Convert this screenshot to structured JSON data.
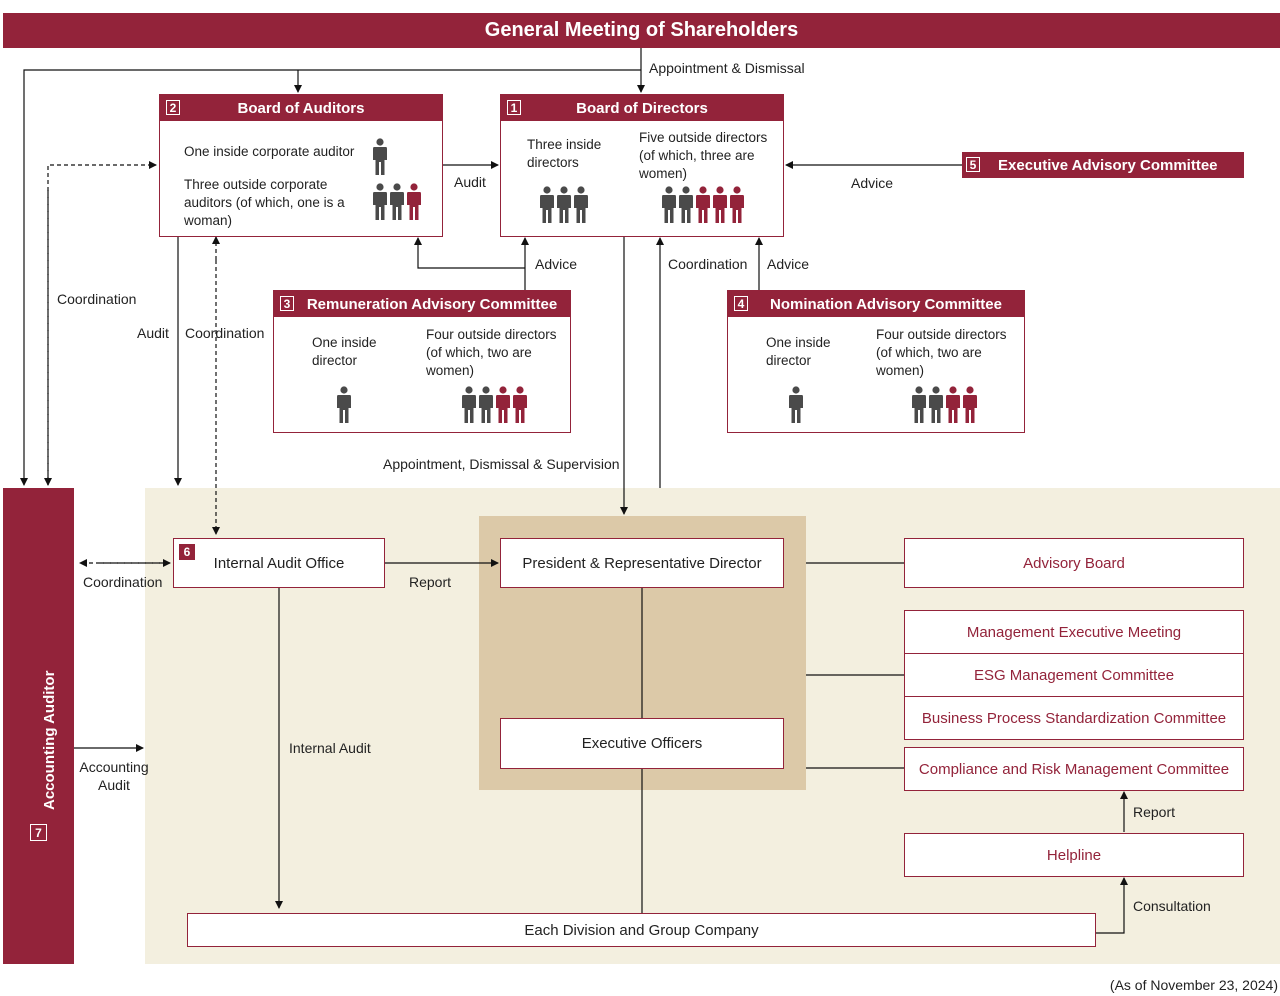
{
  "shareholders": {
    "title": "General Meeting of Shareholders"
  },
  "labels": {
    "appointment_dismissal": "Appointment & Dismissal",
    "audit_boards": "Audit",
    "advice_exec": "Advice",
    "advice_rem": "Advice",
    "coordination_bod": "Coordination",
    "advice_nom": "Advice",
    "coordination_left": "Coordination",
    "audit_left": "Audit",
    "coordination_mid": "Coordination",
    "appointment_supervision": "Appointment, Dismissal & Supervision",
    "coordination_ia": "Coordination",
    "report_ia": "Report",
    "internal_audit": "Internal Audit",
    "accounting_audit": "Accounting\nAudit",
    "report_helpline": "Report",
    "consultation": "Consultation"
  },
  "board_of_auditors": {
    "number": "2",
    "title": "Board of Auditors",
    "inside": "One inside corporate auditor",
    "outside": "Three outside corporate auditors (of which, one is a woman)"
  },
  "board_of_directors": {
    "number": "1",
    "title": "Board of Directors",
    "inside": "Three inside directors",
    "outside": "Five outside directors (of which, three are women)"
  },
  "executive_advisory": {
    "number": "5",
    "title": "Executive Advisory Committee"
  },
  "remuneration": {
    "number": "3",
    "title": "Remuneration Advisory Committee",
    "inside": "One inside director",
    "outside": "Four outside directors (of which, two are women)"
  },
  "nomination": {
    "number": "4",
    "title": "Nomination Advisory Committee",
    "inside": "One inside director",
    "outside": "Four outside directors (of which, two are women)"
  },
  "accounting_auditor": {
    "number": "7",
    "title": "Accounting Auditor"
  },
  "internal_audit_office": {
    "number": "6",
    "title": "Internal Audit Office"
  },
  "president": "President & Representative Director",
  "executive_officers": "Executive Officers",
  "advisory_board": "Advisory Board",
  "committees": [
    "Management Executive Meeting",
    "ESG Management Committee",
    "Business Process Standardization Committee"
  ],
  "compliance": "Compliance and Risk Management Committee",
  "helpline": "Helpline",
  "divisions": "Each Division and Group Company",
  "as_of": "(As of November 23, 2024)",
  "colors": {
    "maroon": "#93233a",
    "beige": "#f3efdf",
    "tan": "#dcc9a8",
    "grey_person": "#4a4a4a",
    "red_person": "#93233a"
  },
  "people": {
    "auditors_inside": [
      "grey"
    ],
    "auditors_outside": [
      "grey",
      "grey",
      "red"
    ],
    "directors_inside": [
      "grey",
      "grey",
      "grey"
    ],
    "directors_outside": [
      "grey",
      "grey",
      "red",
      "red",
      "red"
    ],
    "rem_inside": [
      "grey"
    ],
    "rem_outside": [
      "grey",
      "grey",
      "red",
      "red"
    ],
    "nom_inside": [
      "grey"
    ],
    "nom_outside": [
      "grey",
      "grey",
      "red",
      "red"
    ]
  }
}
